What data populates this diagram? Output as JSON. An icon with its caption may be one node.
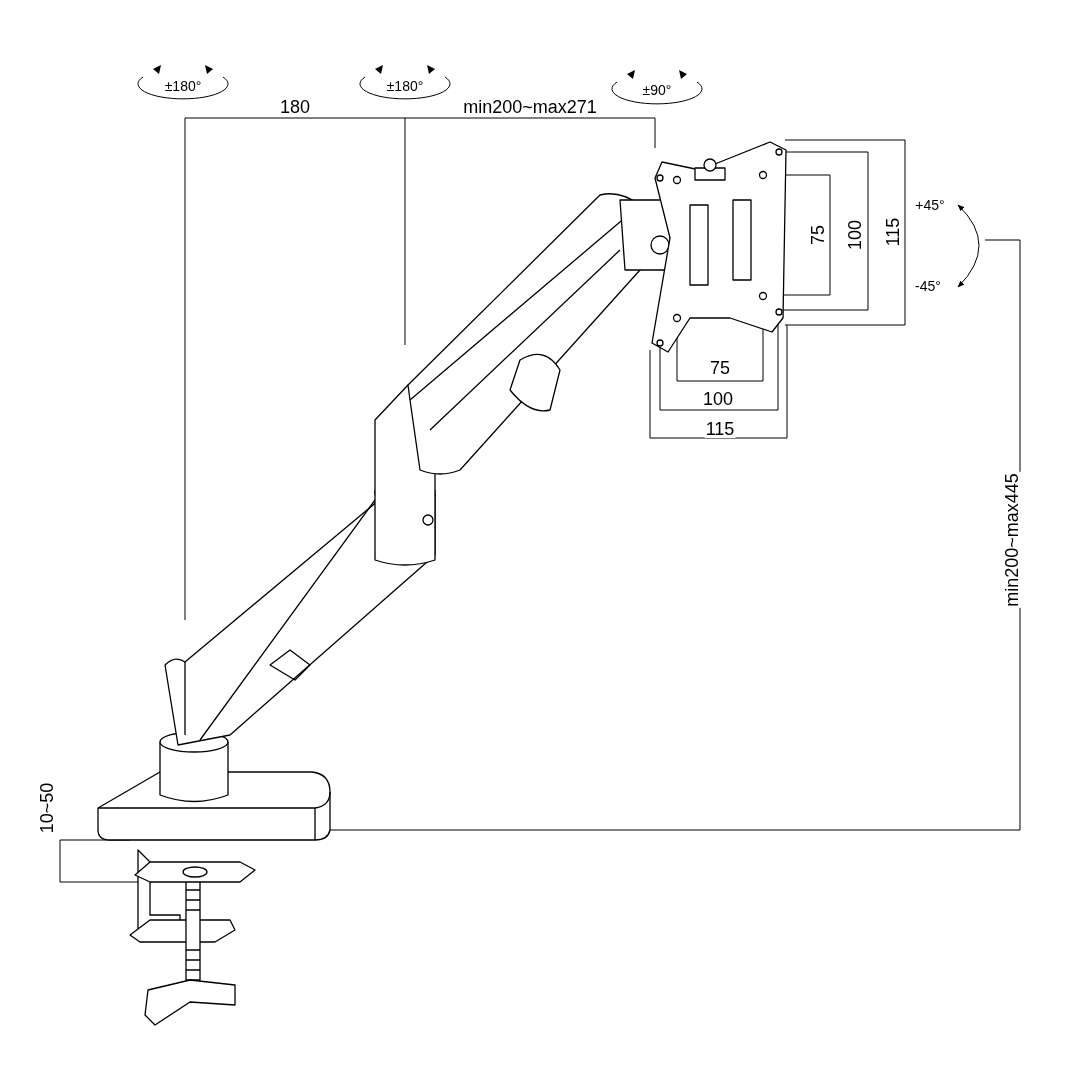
{
  "diagram": {
    "labels": [
      "±180°",
      "±180°",
      "±90°",
      "180",
      "min200~max271",
      "+45°",
      "75",
      "100",
      "115",
      "-45°",
      "75",
      "100",
      "115",
      "min200~max445",
      "10~50"
    ]
  }
}
